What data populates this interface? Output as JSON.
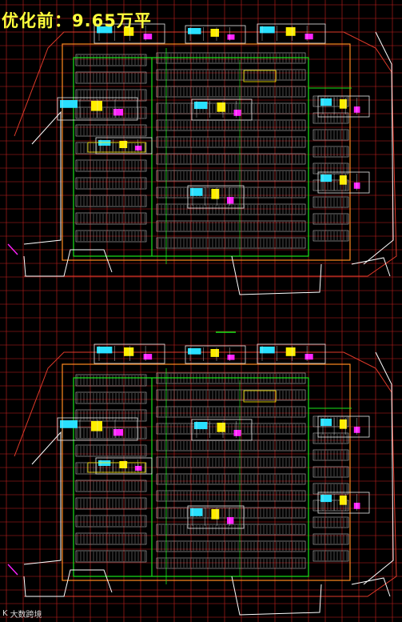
{
  "title": "优化前：9.65万平",
  "watermark": {
    "text": "大数跨境",
    "logo": "K",
    "logo_icon": "kdsp-logo-icon"
  },
  "colors": {
    "background": "#000000",
    "grid": "#c8201f",
    "boundary": "#e03a2a",
    "site_outline": "#ffffff",
    "parking_bay": "#bfbfbf",
    "drive_lane": "#19e619",
    "building": "#e8e8e8",
    "highlight_yellow": "#ffee00",
    "highlight_magenta": "#ff22ff",
    "highlight_cyan": "#29e0ff",
    "title": "#ffff3c"
  }
}
